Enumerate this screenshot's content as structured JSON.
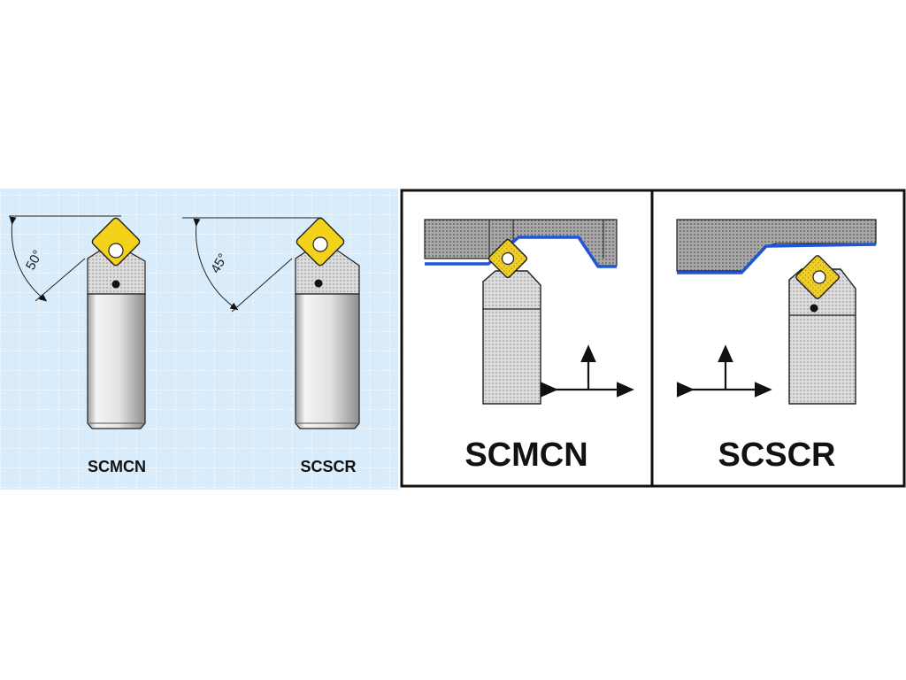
{
  "left_panel": {
    "tool_1": {
      "name": "SCMCN",
      "angle": "50°"
    },
    "tool_2": {
      "name": "SCSCR",
      "angle": "45°"
    }
  },
  "right_panel": {
    "tool_1": {
      "name": "SCMCN"
    },
    "tool_2": {
      "name": "SCSCR"
    }
  },
  "colors": {
    "left_background": "#d9ecfb",
    "grid_line": "#ffffff",
    "insert_yellow": "#f2d21b",
    "tool_gray": "#d0d0d0",
    "workpiece_gray": "#9d9d9d",
    "cut_profile_blue": "#1f55d8",
    "outline": "#111111"
  }
}
